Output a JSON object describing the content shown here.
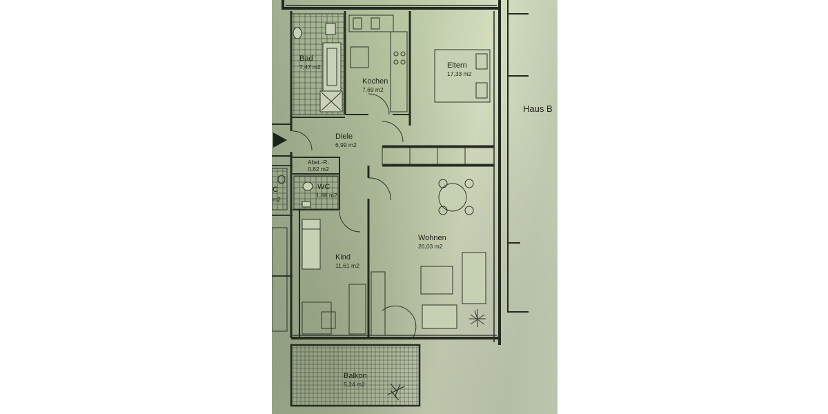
{
  "plan": {
    "neighbor": "Haus B",
    "rooms": {
      "bad": {
        "name": "Bad",
        "area": "7,47 m2"
      },
      "kochen": {
        "name": "Kochen",
        "area": "7,69 m2"
      },
      "eltern": {
        "name": "Eltern",
        "area": "17,33 m2"
      },
      "diele": {
        "name": "Diele",
        "area": "6,99 m2"
      },
      "abst": {
        "name": "Abst.-R.",
        "area": "0,82 m2"
      },
      "wc": {
        "name": "WC",
        "area": "1,88 m2"
      },
      "kind": {
        "name": "Kind",
        "area": "11,61 m2"
      },
      "wohnen": {
        "name": "Wohnen",
        "area": "26,03 m2"
      },
      "balkon": {
        "name": "Balkon",
        "area": "5,24 m2"
      },
      "cut_wc": {
        "name": "C",
        "area": "m2"
      }
    }
  }
}
